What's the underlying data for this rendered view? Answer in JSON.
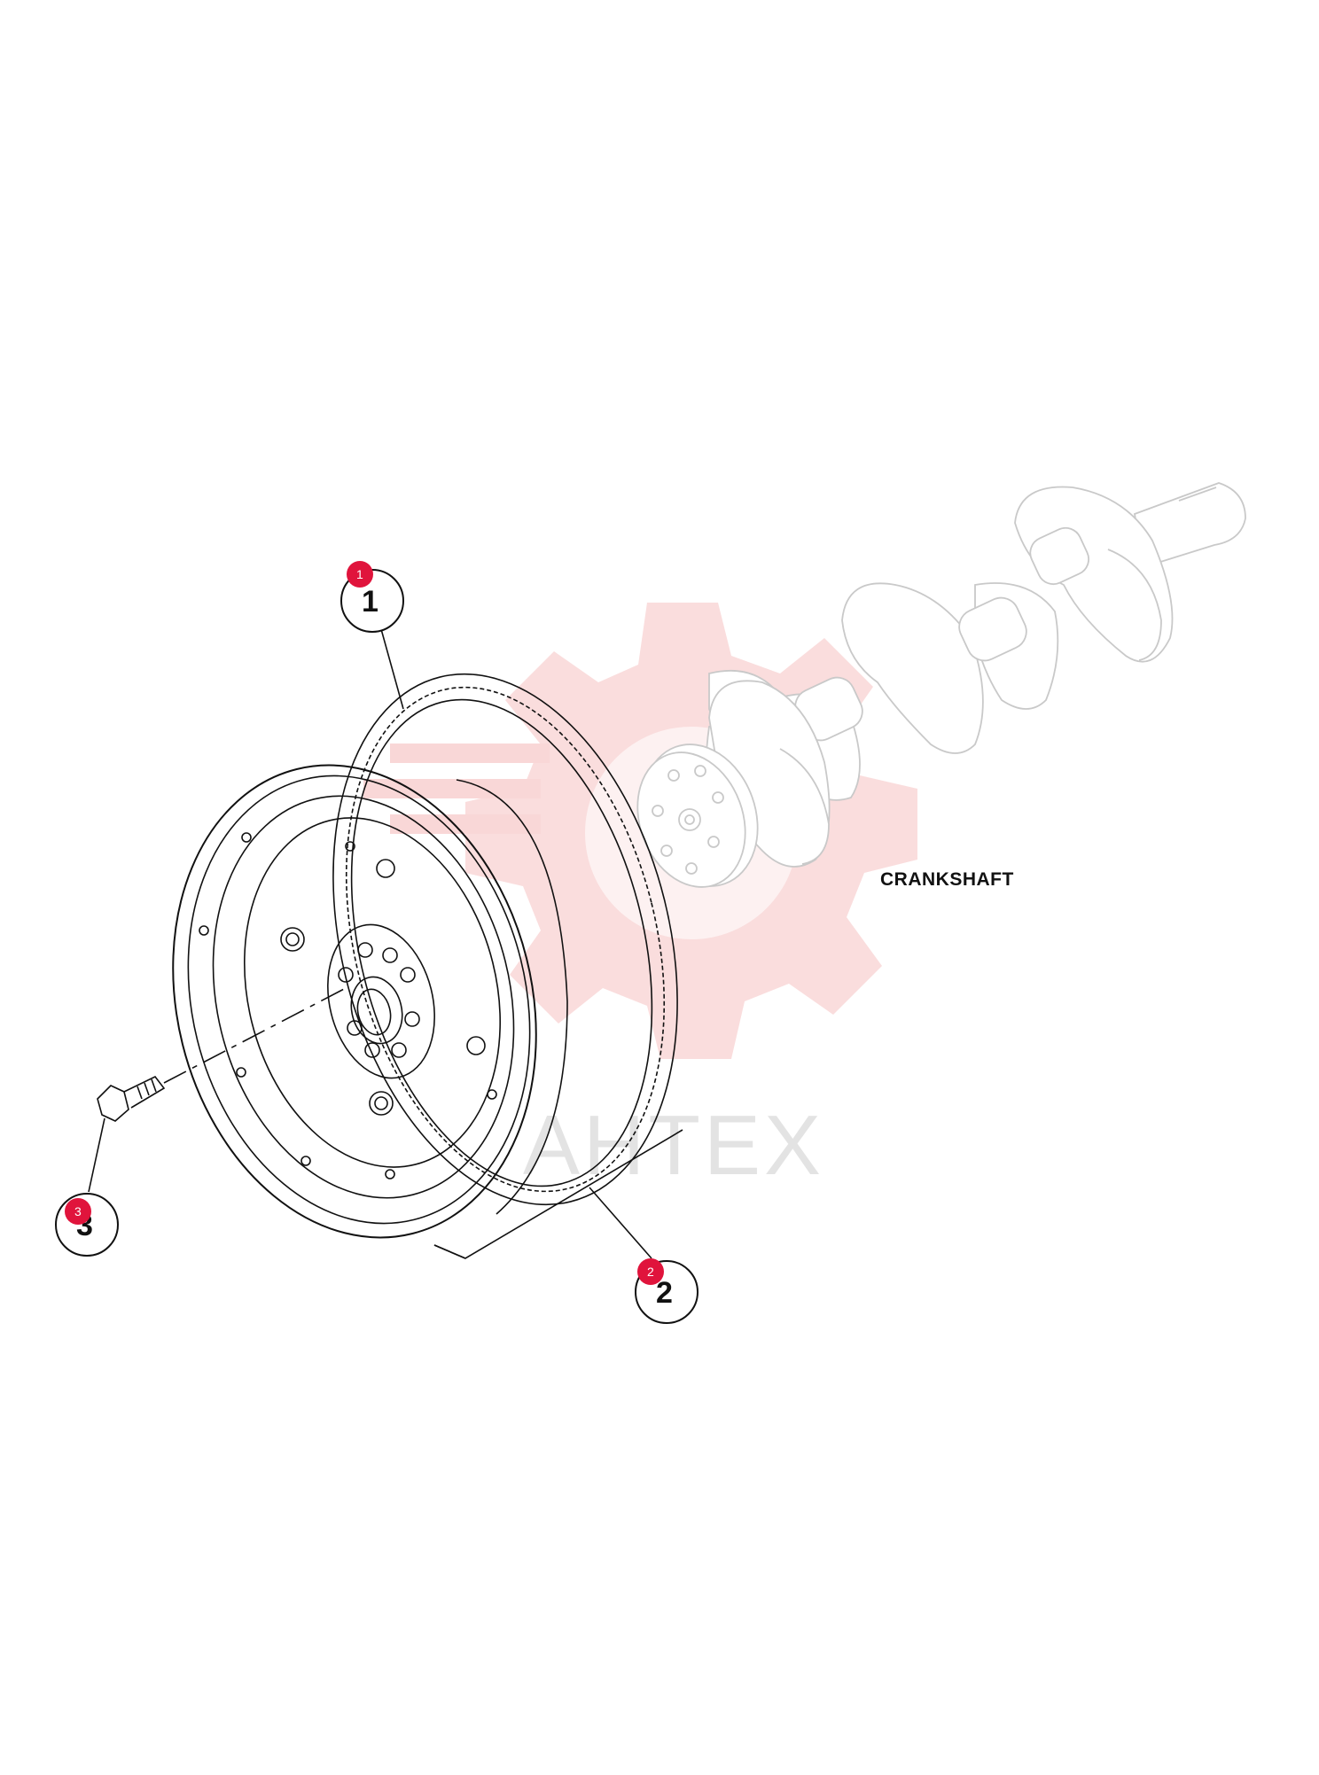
{
  "labels": {
    "crankshaft": "CRANKSHAFT"
  },
  "callouts": [
    {
      "number": "1"
    },
    {
      "number": "2"
    },
    {
      "number": "3"
    }
  ],
  "hotspots": [
    {
      "number": "1",
      "color": "#e0143c"
    },
    {
      "number": "2",
      "color": "#e0143c"
    },
    {
      "number": "3",
      "color": "#e0143c"
    }
  ],
  "watermark": {
    "text": "AHTEX",
    "gear_color": "#f9d7d7"
  }
}
